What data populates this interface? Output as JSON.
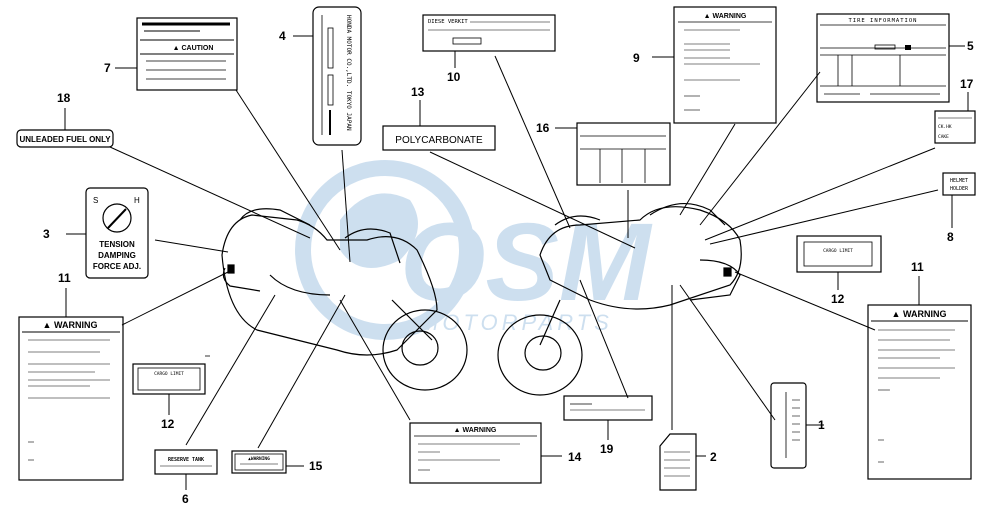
{
  "watermark": {
    "brand": "OSM",
    "subtitle": "MOTORPARTS"
  },
  "callouts": [
    {
      "id": "callout-1",
      "number": "1"
    },
    {
      "id": "callout-2",
      "number": "2"
    },
    {
      "id": "callout-3",
      "number": "3"
    },
    {
      "id": "callout-4",
      "number": "4"
    },
    {
      "id": "callout-5",
      "number": "5"
    },
    {
      "id": "callout-6",
      "number": "6"
    },
    {
      "id": "callout-7",
      "number": "7"
    },
    {
      "id": "callout-8",
      "number": "8"
    },
    {
      "id": "callout-9",
      "number": "9"
    },
    {
      "id": "callout-10",
      "number": "10"
    },
    {
      "id": "callout-11a",
      "number": "11"
    },
    {
      "id": "callout-11b",
      "number": "11"
    },
    {
      "id": "callout-12a",
      "number": "12"
    },
    {
      "id": "callout-12b",
      "number": "12"
    },
    {
      "id": "callout-13",
      "number": "13"
    },
    {
      "id": "callout-14",
      "number": "14"
    },
    {
      "id": "callout-15",
      "number": "15"
    },
    {
      "id": "callout-16",
      "number": "16"
    },
    {
      "id": "callout-17",
      "number": "17"
    },
    {
      "id": "callout-18",
      "number": "18"
    },
    {
      "id": "callout-19",
      "number": "19"
    }
  ],
  "labels": {
    "unleaded": "UNLEADED FUEL ONLY",
    "polycarbonate": "POLYCARBONATE",
    "caution": "▲ CAUTION",
    "warning_top": "▲ WARNING",
    "warning_left": "▲ WARNING",
    "warning_right": "▲ WARNING",
    "warning_bottom": "▲ WARNING",
    "warning_small": "▲WARNING",
    "tire_info": "TIRE INFORMATION",
    "diesel": "DIESE VERKIT",
    "tension_1": "TENSION",
    "tension_2": "DAMPING",
    "tension_3": "FORCE ADJ.",
    "knob_s": "S",
    "knob_h": "H",
    "reserve_tank": "RESERVE TANK",
    "cargo_limit_left": "CARGO LIMIT",
    "cargo_limit_right": "CARGO LIMIT",
    "helmet_1": "HELMET",
    "helmet_2": "HOLDER",
    "honda_motor": "HONDA MOTOR CO.,LTD. TOKYO JAPAN",
    "label17_a": "CK.HK",
    "label17_b": "CAKE"
  }
}
